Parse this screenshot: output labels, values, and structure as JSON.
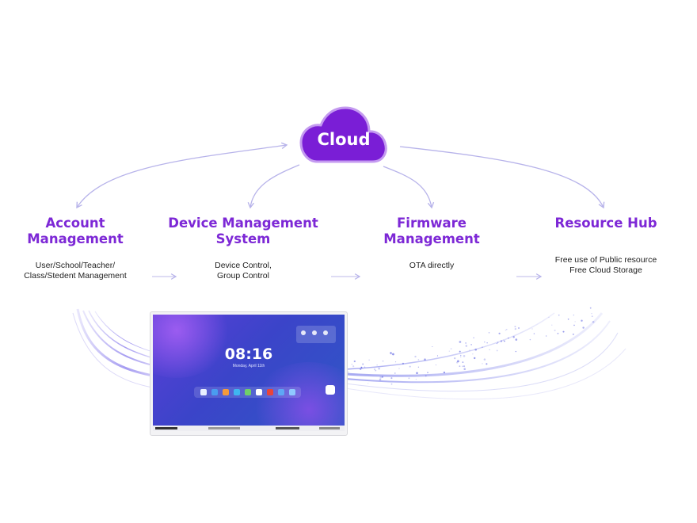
{
  "cloud": {
    "label": "Cloud"
  },
  "modules": [
    {
      "id": "account",
      "title": [
        "Account",
        "Management"
      ],
      "description": [
        "User/School/Teacher/",
        "Class/Stedent Management"
      ]
    },
    {
      "id": "device",
      "title": [
        "Device Management",
        "System"
      ],
      "description": [
        "Device Control,",
        "Group Control"
      ]
    },
    {
      "id": "firmware",
      "title": [
        "Firmware",
        "Management"
      ],
      "description": [
        "OTA directly"
      ]
    },
    {
      "id": "hub",
      "title": [
        "Resource Hub"
      ],
      "description": [
        "Free use of Public resource",
        "Free Cloud Storage"
      ]
    }
  ],
  "display": {
    "time": "08:16",
    "date": "Monday, April 11th"
  },
  "colors": {
    "accent": "#7d28d6",
    "cloud_fill": "#7a1ed6",
    "arrow": "#b7b3ea"
  }
}
